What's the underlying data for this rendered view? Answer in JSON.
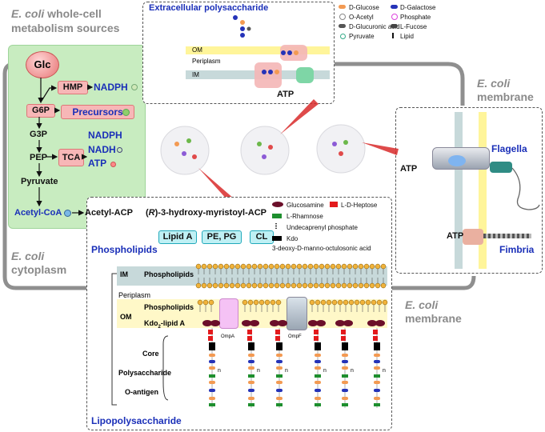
{
  "titles": {
    "whole_cell_1": "E. coli",
    "whole_cell_2": " whole-cell",
    "whole_cell_3": "metabolism sources",
    "cytoplasm_1": "E. coli",
    "cytoplasm_2": "cytoplasm",
    "membrane_top_1": "E. coli",
    "membrane_top_2": "membrane",
    "membrane_bottom_1": "E. coli",
    "membrane_bottom_2": "membrane",
    "eps": "Extracellular polysaccharide",
    "phospholipids": "Phospholipids",
    "lps": "Lipopolysaccharide"
  },
  "metabolism": {
    "glc": "Glc",
    "hmp": "HMP",
    "nadph1": "NADPH",
    "g6p": "G6P",
    "precursors": "Precursors",
    "g3p": "G3P",
    "nadph2": "NADPH",
    "pep": "PEP",
    "tca": "TCA",
    "nadh": "NADH",
    "atp": "ATP",
    "pyruvate": "Pyruvate",
    "acetyl_coa": "Acetyl-CoA",
    "acetyl_acp": "Acetyl-ACP",
    "hydroxy_prefix": "(",
    "hydroxy_r": "R",
    "hydroxy_rest": ")-3-hydroxy-myristoyl-ACP",
    "lipid_a": "Lipid A",
    "pe_pg": "PE, PG",
    "cl": "CL"
  },
  "eps_legend": {
    "d_glucose": "D-Glucose",
    "d_galactose": "D-Galactose",
    "o_acetyl": "O-Acetyl",
    "phosphate": "Phosphate",
    "d_glucuronic": "D-Glucuronic acid",
    "l_fucose": "L-Fucose",
    "pyruvate": "Pyruvate",
    "lipid": "Lipid"
  },
  "eps_membrane": {
    "om": "OM",
    "periplasm": "Periplasm",
    "im": "IM",
    "atp": "ATP"
  },
  "lps_legend": {
    "glucosamine": "Glucosamine",
    "heptose": "L-D-Heptose",
    "rhamnose": "L-Rhamnose",
    "undecaprenyl": "Undecaprenyl phosphate",
    "kdo": "Kdo",
    "kdo_full": "3-deoxy-D-manno-octulosonic acid"
  },
  "lps_membrane": {
    "im": "IM",
    "im_phospholipids": "Phospholipids",
    "periplasm": "Periplasm",
    "om": "OM",
    "om_phospholipids": "Phospholipids",
    "kdo2_a": "Kdo",
    "kdo2_sub": "2",
    "kdo2_b": "-lipid A",
    "core": "Core",
    "polysaccharide": "Polysaccharide",
    "o_antigen": "O-antigen",
    "ompa": "OmpA",
    "ompf": "OmpF",
    "n": "n"
  },
  "appendages": {
    "atp_flagella": "ATP",
    "flagella": "Flagella",
    "atp_fimbria": "ATP",
    "fimbria": "Fimbria"
  },
  "colors": {
    "metabolism_bg": "#c8ecc0",
    "node_pink": "#f7b7b7",
    "label_blue": "#1a2fb8",
    "lipid_box": "#bff0f4",
    "membrane_yellow": "#fff59a",
    "membrane_gray": "#c7d9da",
    "glucosamine": "#6b0f2a",
    "heptose": "#e31a1c",
    "rhamnose": "#1e8f2e",
    "kdo": "#000000"
  }
}
